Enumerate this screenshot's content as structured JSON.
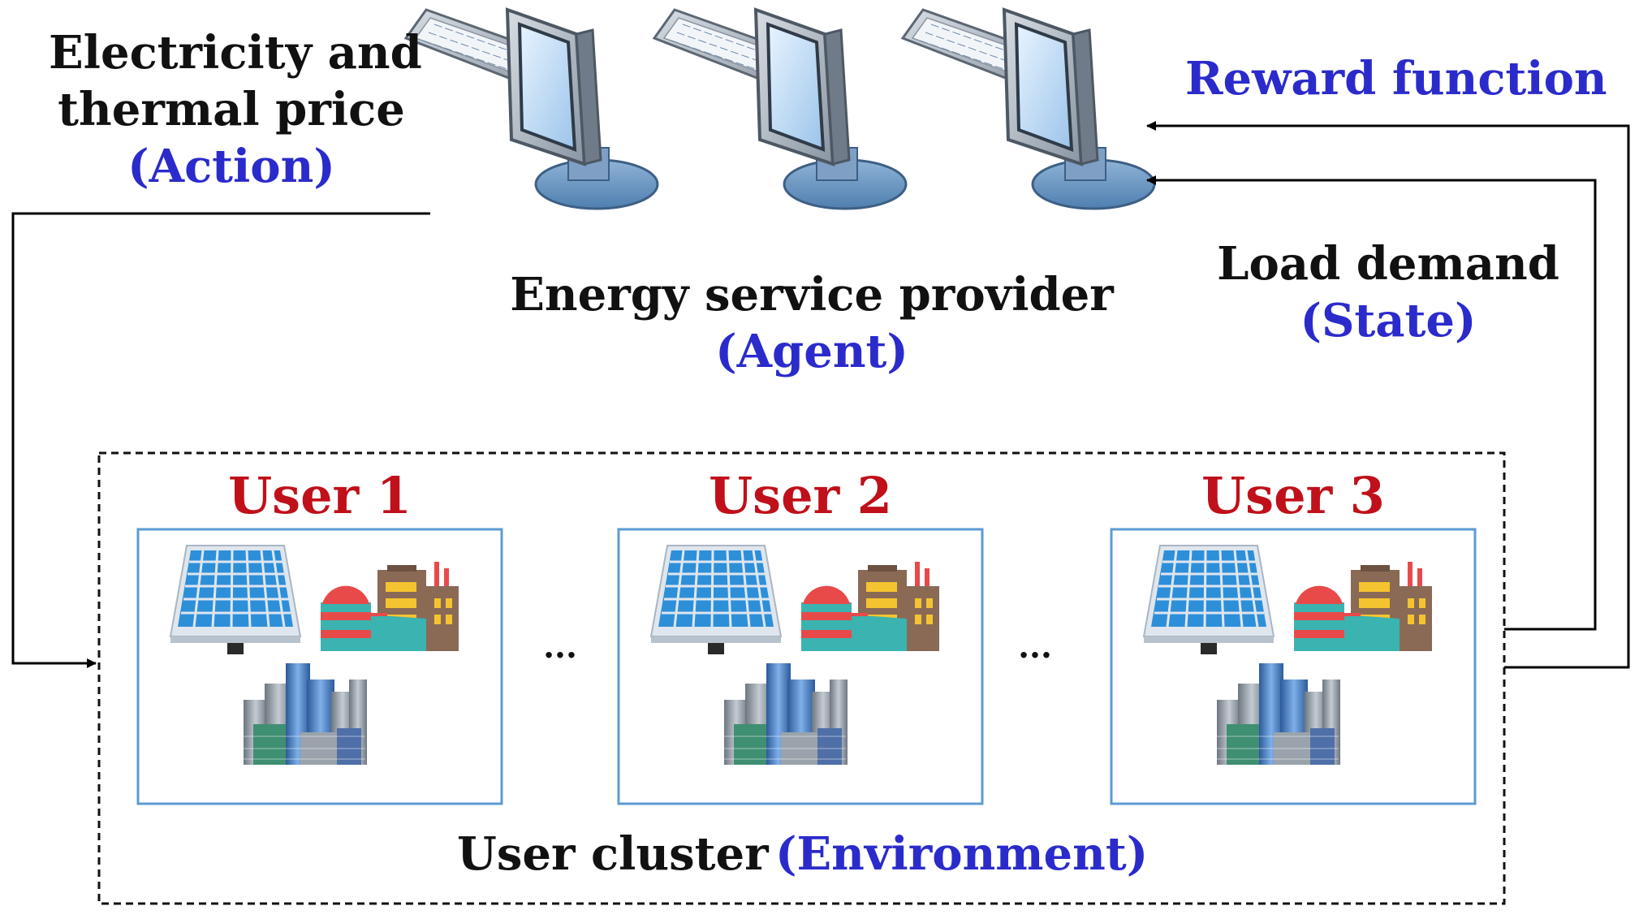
{
  "agent": {
    "title": "Energy service provider",
    "role": "(Agent)"
  },
  "action": {
    "line1": "Electricity and",
    "line2": "thermal price",
    "role": "(Action)"
  },
  "reward": {
    "label": "Reward function"
  },
  "state": {
    "line1": "Load demand",
    "role": "(State)"
  },
  "environment": {
    "title": "User cluster",
    "role": "(Environment)",
    "users": [
      {
        "label": "User 1"
      },
      {
        "label": "User 2"
      },
      {
        "label": "User 3"
      }
    ],
    "ellipsis_1": "...",
    "ellipsis_2": "..."
  },
  "colors": {
    "text_black": "#111111",
    "text_blue": "#2b2bcc",
    "text_red": "#c0101a",
    "user_box_border": "#5b9bd5",
    "solar_blue": "#2e8fd9",
    "factory_teal": "#3bb3b0",
    "factory_brown": "#8a6a55",
    "factory_red": "#e84a4a",
    "factory_yellow": "#f4c430"
  },
  "icons": [
    "computer-icon",
    "keyboard-icon",
    "solar-panel-icon",
    "factory-icon",
    "city-buildings-icon"
  ]
}
